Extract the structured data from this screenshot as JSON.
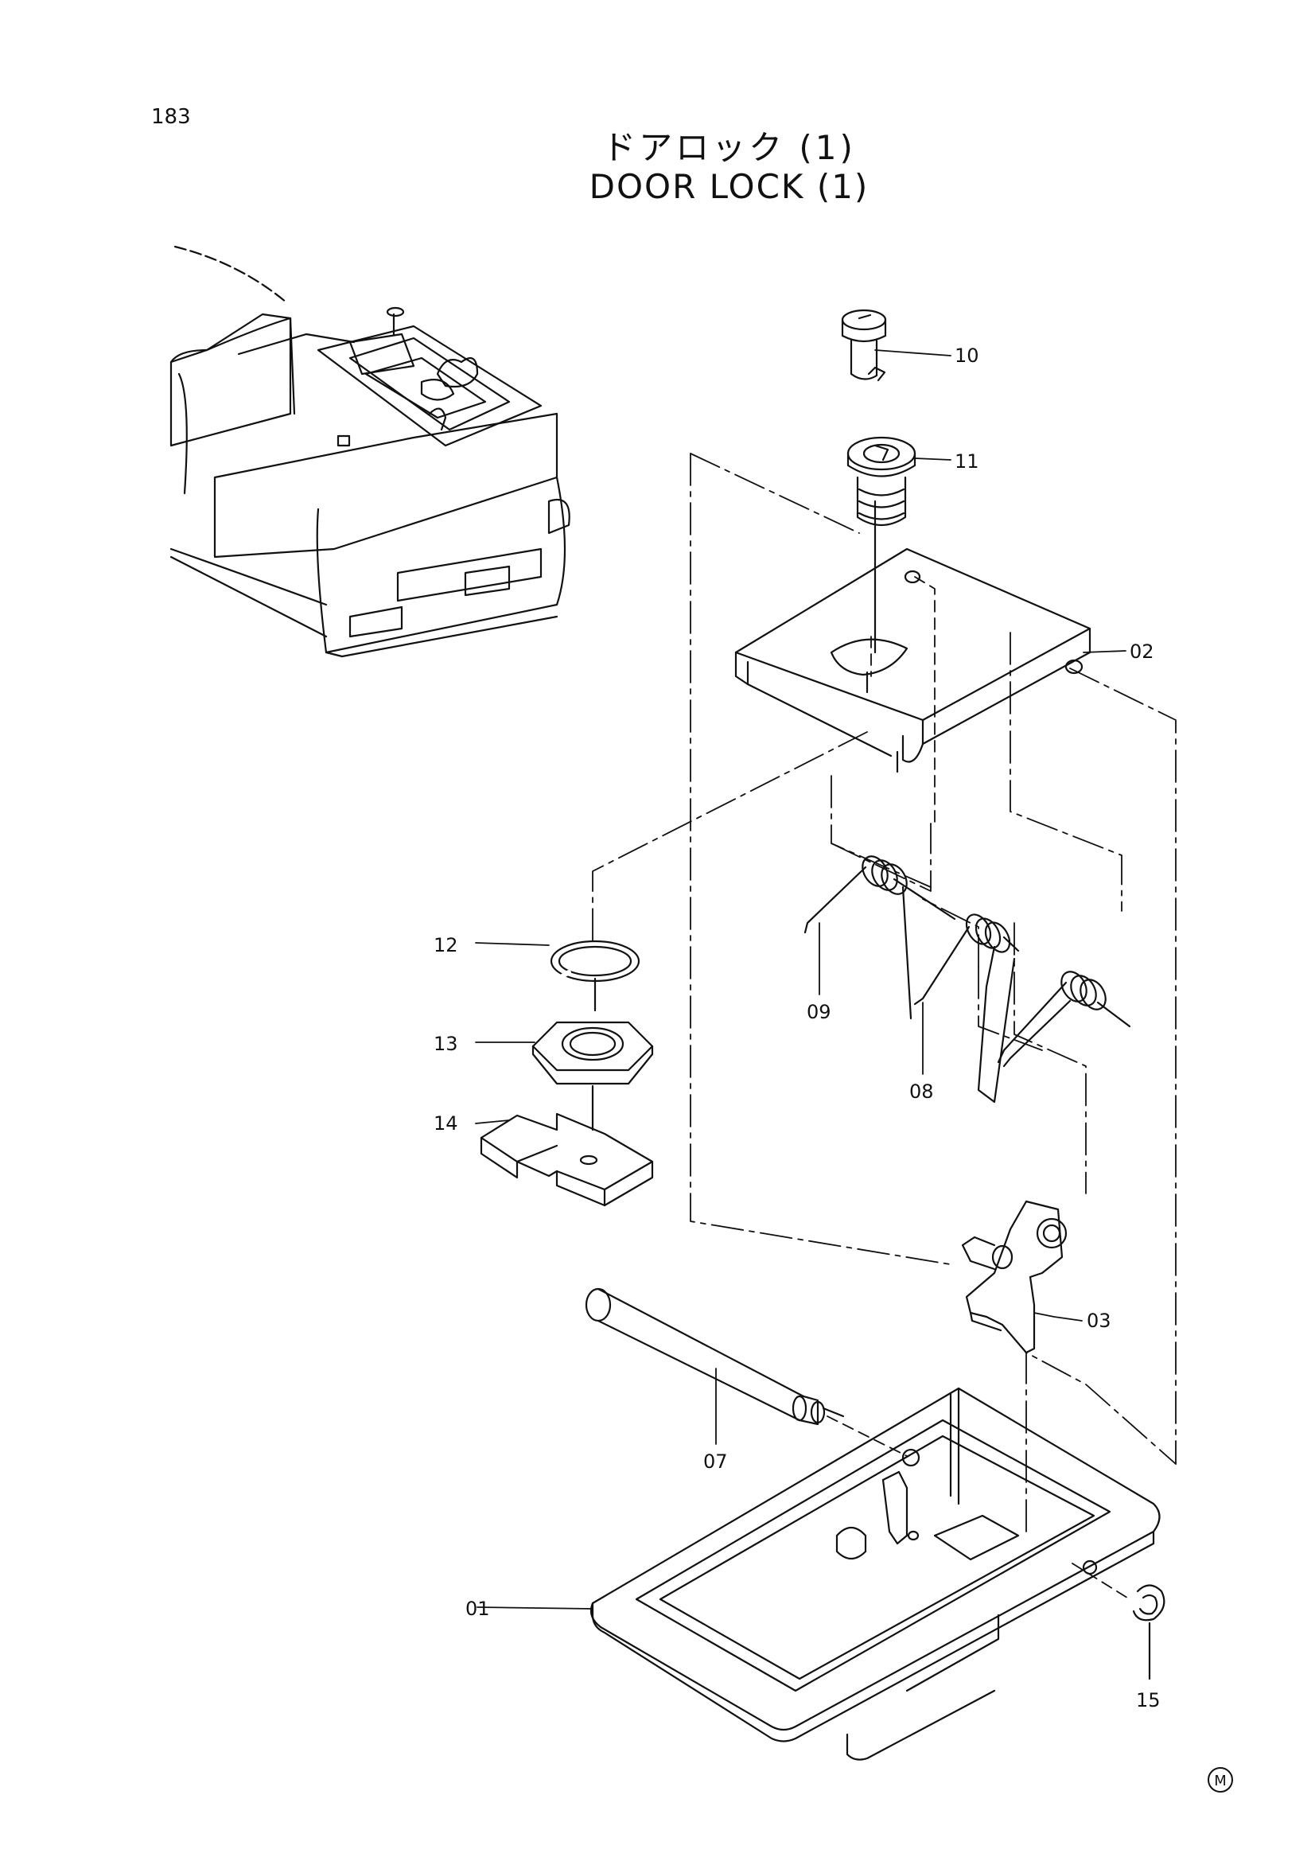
{
  "page": {
    "number": "183"
  },
  "title": {
    "jp": "ドアロック (1)",
    "en": "DOOR LOCK (1)"
  },
  "callouts": [
    {
      "id": "10",
      "part": "key-cylinder"
    },
    {
      "id": "11",
      "part": "cylinder-housing"
    },
    {
      "id": "02",
      "part": "bracket"
    },
    {
      "id": "12",
      "part": "snap-ring"
    },
    {
      "id": "13",
      "part": "nut"
    },
    {
      "id": "14",
      "part": "plate"
    },
    {
      "id": "09",
      "part": "spring"
    },
    {
      "id": "08",
      "part": "spring"
    },
    {
      "id": "03",
      "part": "latch"
    },
    {
      "id": "07",
      "part": "pin"
    },
    {
      "id": "01",
      "part": "base"
    },
    {
      "id": "15",
      "part": "e-ring"
    }
  ],
  "mark": "M"
}
